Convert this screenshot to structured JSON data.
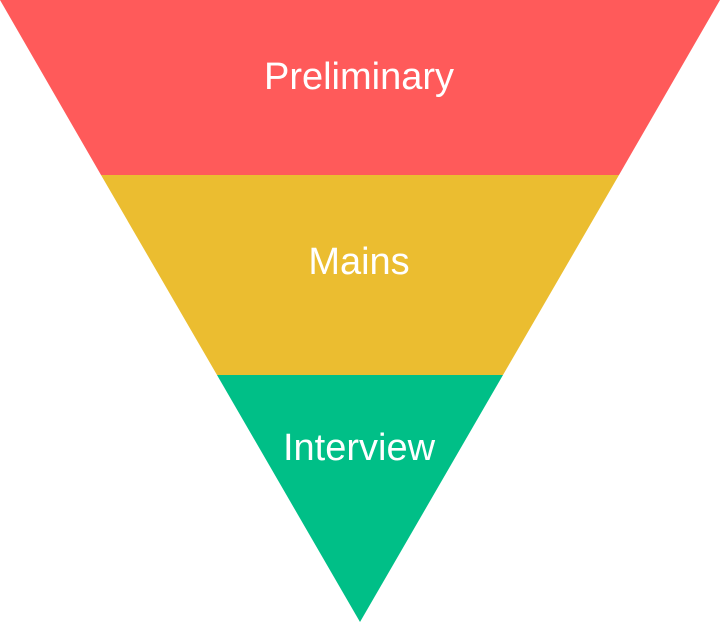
{
  "funnel": {
    "stages": [
      {
        "label": "Preliminary",
        "color": "#FF5A5A"
      },
      {
        "label": "Mains",
        "color": "#EBBD30"
      },
      {
        "label": "Interview",
        "color": "#00BF87"
      }
    ]
  }
}
